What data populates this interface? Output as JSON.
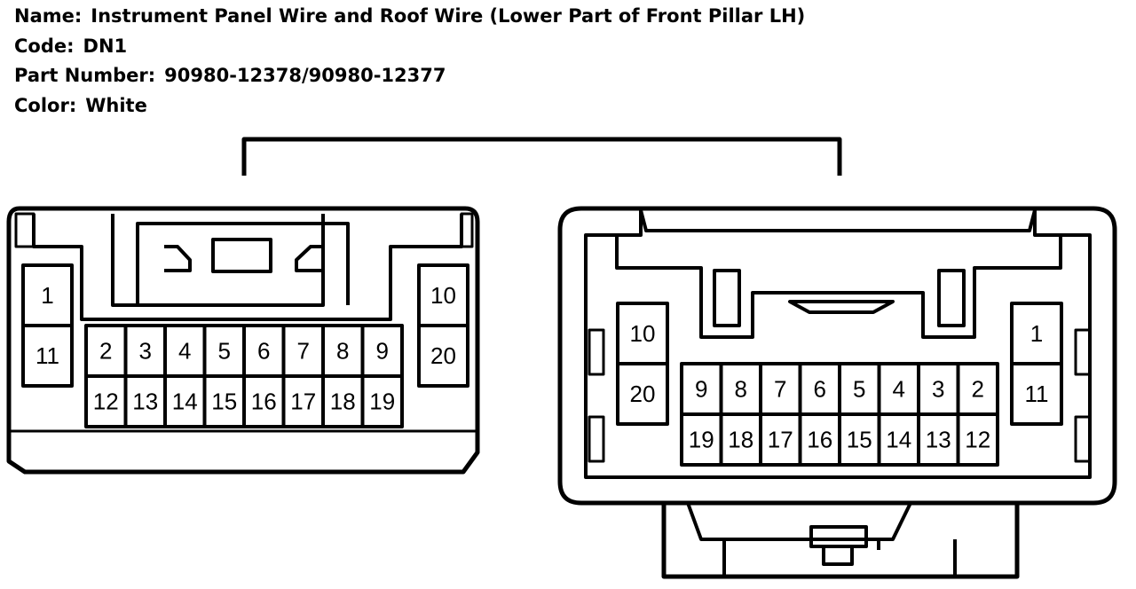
{
  "info": {
    "name_label": "Name:",
    "name_value": "Instrument Panel Wire and Roof Wire (Lower Part of Front Pillar LH)",
    "code_label": "Code:",
    "code_value": "DN1",
    "part_label": "Part Number:",
    "part_value": "90980-12378/90980-12377",
    "color_label": "Color:",
    "color_value": "White"
  },
  "left_connector": {
    "side_left": [
      "1",
      "11"
    ],
    "side_right": [
      "10",
      "20"
    ],
    "top_row": [
      "2",
      "3",
      "4",
      "5",
      "6",
      "7",
      "8",
      "9"
    ],
    "bottom_row": [
      "12",
      "13",
      "14",
      "15",
      "16",
      "17",
      "18",
      "19"
    ]
  },
  "right_connector": {
    "side_left": [
      "10",
      "20"
    ],
    "side_right": [
      "1",
      "11"
    ],
    "top_row": [
      "9",
      "8",
      "7",
      "6",
      "5",
      "4",
      "3",
      "2"
    ],
    "bottom_row": [
      "19",
      "18",
      "17",
      "16",
      "15",
      "14",
      "13",
      "12"
    ]
  }
}
